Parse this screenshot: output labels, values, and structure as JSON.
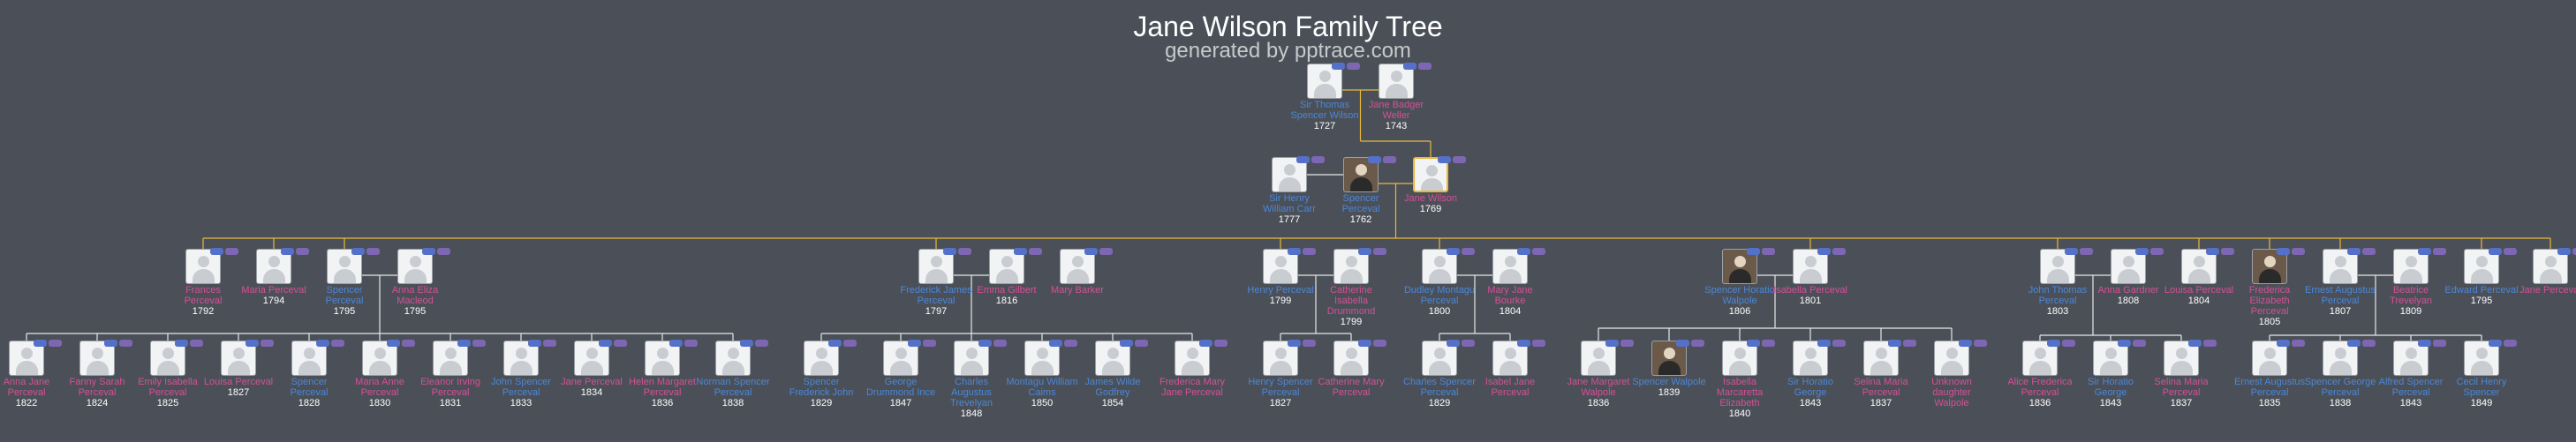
{
  "header": {
    "title": "Jane Wilson Family Tree",
    "subtitle": "generated by pptrace.com"
  },
  "colors": {
    "male": "#4a87d8",
    "female": "#d64f96",
    "background": "#4b5058",
    "highlight_line": "#e8b83a"
  },
  "people": [
    {
      "id": "thomas",
      "name": "Sir Thomas Spencer Wilson",
      "year": "1727",
      "sex": "male"
    },
    {
      "id": "janeb",
      "name": "Jane Badger Weller",
      "year": "1743",
      "sex": "female"
    },
    {
      "id": "henry",
      "name": "Sir Henry William Carr",
      "year": "1777",
      "sex": "male"
    },
    {
      "id": "spencer",
      "name": "Spencer Perceval",
      "year": "1762",
      "sex": "male",
      "photo": true
    },
    {
      "id": "jane",
      "name": "Jane Wilson",
      "year": "1769",
      "sex": "female",
      "selected": true
    },
    {
      "id": "frances",
      "name": "Frances Perceval",
      "year": "1792",
      "sex": "female"
    },
    {
      "id": "maria1",
      "name": "Maria Perceval",
      "year": "1794",
      "sex": "female"
    },
    {
      "id": "spencerjr",
      "name": "Spencer Perceval",
      "year": "1795",
      "sex": "male"
    },
    {
      "id": "annaeliza",
      "name": "Anna Eliza Macleod",
      "year": "1795",
      "sex": "female"
    },
    {
      "id": "frederick",
      "name": "Frederick James Perceval",
      "year": "1797",
      "sex": "male"
    },
    {
      "id": "emma",
      "name": "Emma Gilbert",
      "year": "1816",
      "sex": "female"
    },
    {
      "id": "mary",
      "name": "Mary Barker",
      "year": "",
      "sex": "female"
    },
    {
      "id": "henryp",
      "name": "Henry Perceval",
      "year": "1799",
      "sex": "male"
    },
    {
      "id": "catherine",
      "name": "Catherine Isabella Drummond",
      "year": "1799",
      "sex": "female"
    },
    {
      "id": "dudley",
      "name": "Dudley Montagu Perceval",
      "year": "1800",
      "sex": "male"
    },
    {
      "id": "maryjane",
      "name": "Mary Jane Bourke",
      "year": "1804",
      "sex": "female"
    },
    {
      "id": "spencerhw",
      "name": "Spencer Horatio Walpole",
      "year": "1806",
      "sex": "male",
      "photo": true
    },
    {
      "id": "isabella",
      "name": "Isabella Perceval",
      "year": "1801",
      "sex": "female"
    },
    {
      "id": "johnt",
      "name": "John Thomas Perceval",
      "year": "1803",
      "sex": "male"
    },
    {
      "id": "anna",
      "name": "Anna Gardner",
      "year": "1808",
      "sex": "female"
    },
    {
      "id": "louisa1",
      "name": "Louisa Perceval",
      "year": "1804",
      "sex": "female"
    },
    {
      "id": "fredelizabeth",
      "name": "Frederica Elizabeth Perceval",
      "year": "1805",
      "sex": "female",
      "photo": true
    },
    {
      "id": "ernest",
      "name": "Ernest Augustus Perceval",
      "year": "1807",
      "sex": "male"
    },
    {
      "id": "beatrice",
      "name": "Beatrice Trevelyan",
      "year": "1809",
      "sex": "female"
    },
    {
      "id": "edward",
      "name": "Edward Perceval",
      "year": "1795",
      "sex": "male"
    },
    {
      "id": "janep",
      "name": "Jane Perceval",
      "year": "",
      "sex": "female"
    },
    {
      "id": "g1",
      "name": "Anna Jane Perceval",
      "year": "1822",
      "sex": "female"
    },
    {
      "id": "g2",
      "name": "Fanny Sarah Perceval",
      "year": "1824",
      "sex": "female"
    },
    {
      "id": "g3",
      "name": "Emily Isabella Perceval",
      "year": "1825",
      "sex": "female"
    },
    {
      "id": "g4",
      "name": "Louisa Perceval",
      "year": "1827",
      "sex": "female"
    },
    {
      "id": "g5",
      "name": "Spencer Perceval",
      "year": "1828",
      "sex": "male"
    },
    {
      "id": "g6",
      "name": "Maria Anne Perceval",
      "year": "1830",
      "sex": "female"
    },
    {
      "id": "g7",
      "name": "Eleanor Irving Perceval",
      "year": "1831",
      "sex": "female"
    },
    {
      "id": "g8",
      "name": "John Spencer Perceval",
      "year": "1833",
      "sex": "male"
    },
    {
      "id": "g9",
      "name": "Jane Perceval",
      "year": "1834",
      "sex": "female"
    },
    {
      "id": "g10",
      "name": "Helen Margaret Perceval",
      "year": "1836",
      "sex": "female"
    },
    {
      "id": "g11",
      "name": "Norman Spencer Perceval",
      "year": "1838",
      "sex": "male"
    },
    {
      "id": "g12",
      "name": "Spencer Frederick John",
      "year": "1829",
      "sex": "male"
    },
    {
      "id": "g13",
      "name": "George Drummond Ince",
      "year": "1847",
      "sex": "male"
    },
    {
      "id": "g14",
      "name": "Charles Augustus Trevelyan",
      "year": "1848",
      "sex": "male"
    },
    {
      "id": "g15",
      "name": "Montagu William Caims",
      "year": "1850",
      "sex": "male"
    },
    {
      "id": "g16",
      "name": "James Wilde Godfrey",
      "year": "1854",
      "sex": "male"
    },
    {
      "id": "g17",
      "name": "Frederica Mary Jane Perceval",
      "year": "",
      "sex": "female"
    },
    {
      "id": "g18",
      "name": "Henry Spencer Perceval",
      "year": "1827",
      "sex": "male"
    },
    {
      "id": "g19",
      "name": "Catherine Mary Perceval",
      "year": "",
      "sex": "female"
    },
    {
      "id": "g20",
      "name": "Charles Spencer Perceval",
      "year": "1829",
      "sex": "male"
    },
    {
      "id": "g21",
      "name": "Isabel Jane Perceval",
      "year": "",
      "sex": "female"
    },
    {
      "id": "g22",
      "name": "Jane Margaret Walpole",
      "year": "1836",
      "sex": "female"
    },
    {
      "id": "g23",
      "name": "Spencer Walpole",
      "year": "1839",
      "sex": "male",
      "photo": true
    },
    {
      "id": "g24",
      "name": "Isabella Marcaretta Elizabeth",
      "year": "1840",
      "sex": "female"
    },
    {
      "id": "g25",
      "name": "Sir Horatio George",
      "year": "1843",
      "sex": "male"
    },
    {
      "id": "g26",
      "name": "Selina Maria Perceval",
      "year": "1837",
      "sex": "female"
    },
    {
      "id": "g27",
      "name": "Unknown daughter Walpole",
      "year": "",
      "sex": "female"
    },
    {
      "id": "g28",
      "name": "Alice Frederica Perceval",
      "year": "1836",
      "sex": "female"
    },
    {
      "id": "g29",
      "name": "Sir Horatio George",
      "year": "1843",
      "sex": "male"
    },
    {
      "id": "g30",
      "name": "Selina Maria Perceval",
      "year": "1837",
      "sex": "female"
    },
    {
      "id": "g31",
      "name": "Ernest Augustus Perceval",
      "year": "1835",
      "sex": "male"
    },
    {
      "id": "g32",
      "name": "Spencer George Perceval",
      "year": "1838",
      "sex": "male"
    },
    {
      "id": "g33",
      "name": "Alfred Spencer Perceval",
      "year": "1843",
      "sex": "male"
    },
    {
      "id": "g34",
      "name": "Cecil Henry Spencer",
      "year": "1849",
      "sex": "male"
    }
  ]
}
